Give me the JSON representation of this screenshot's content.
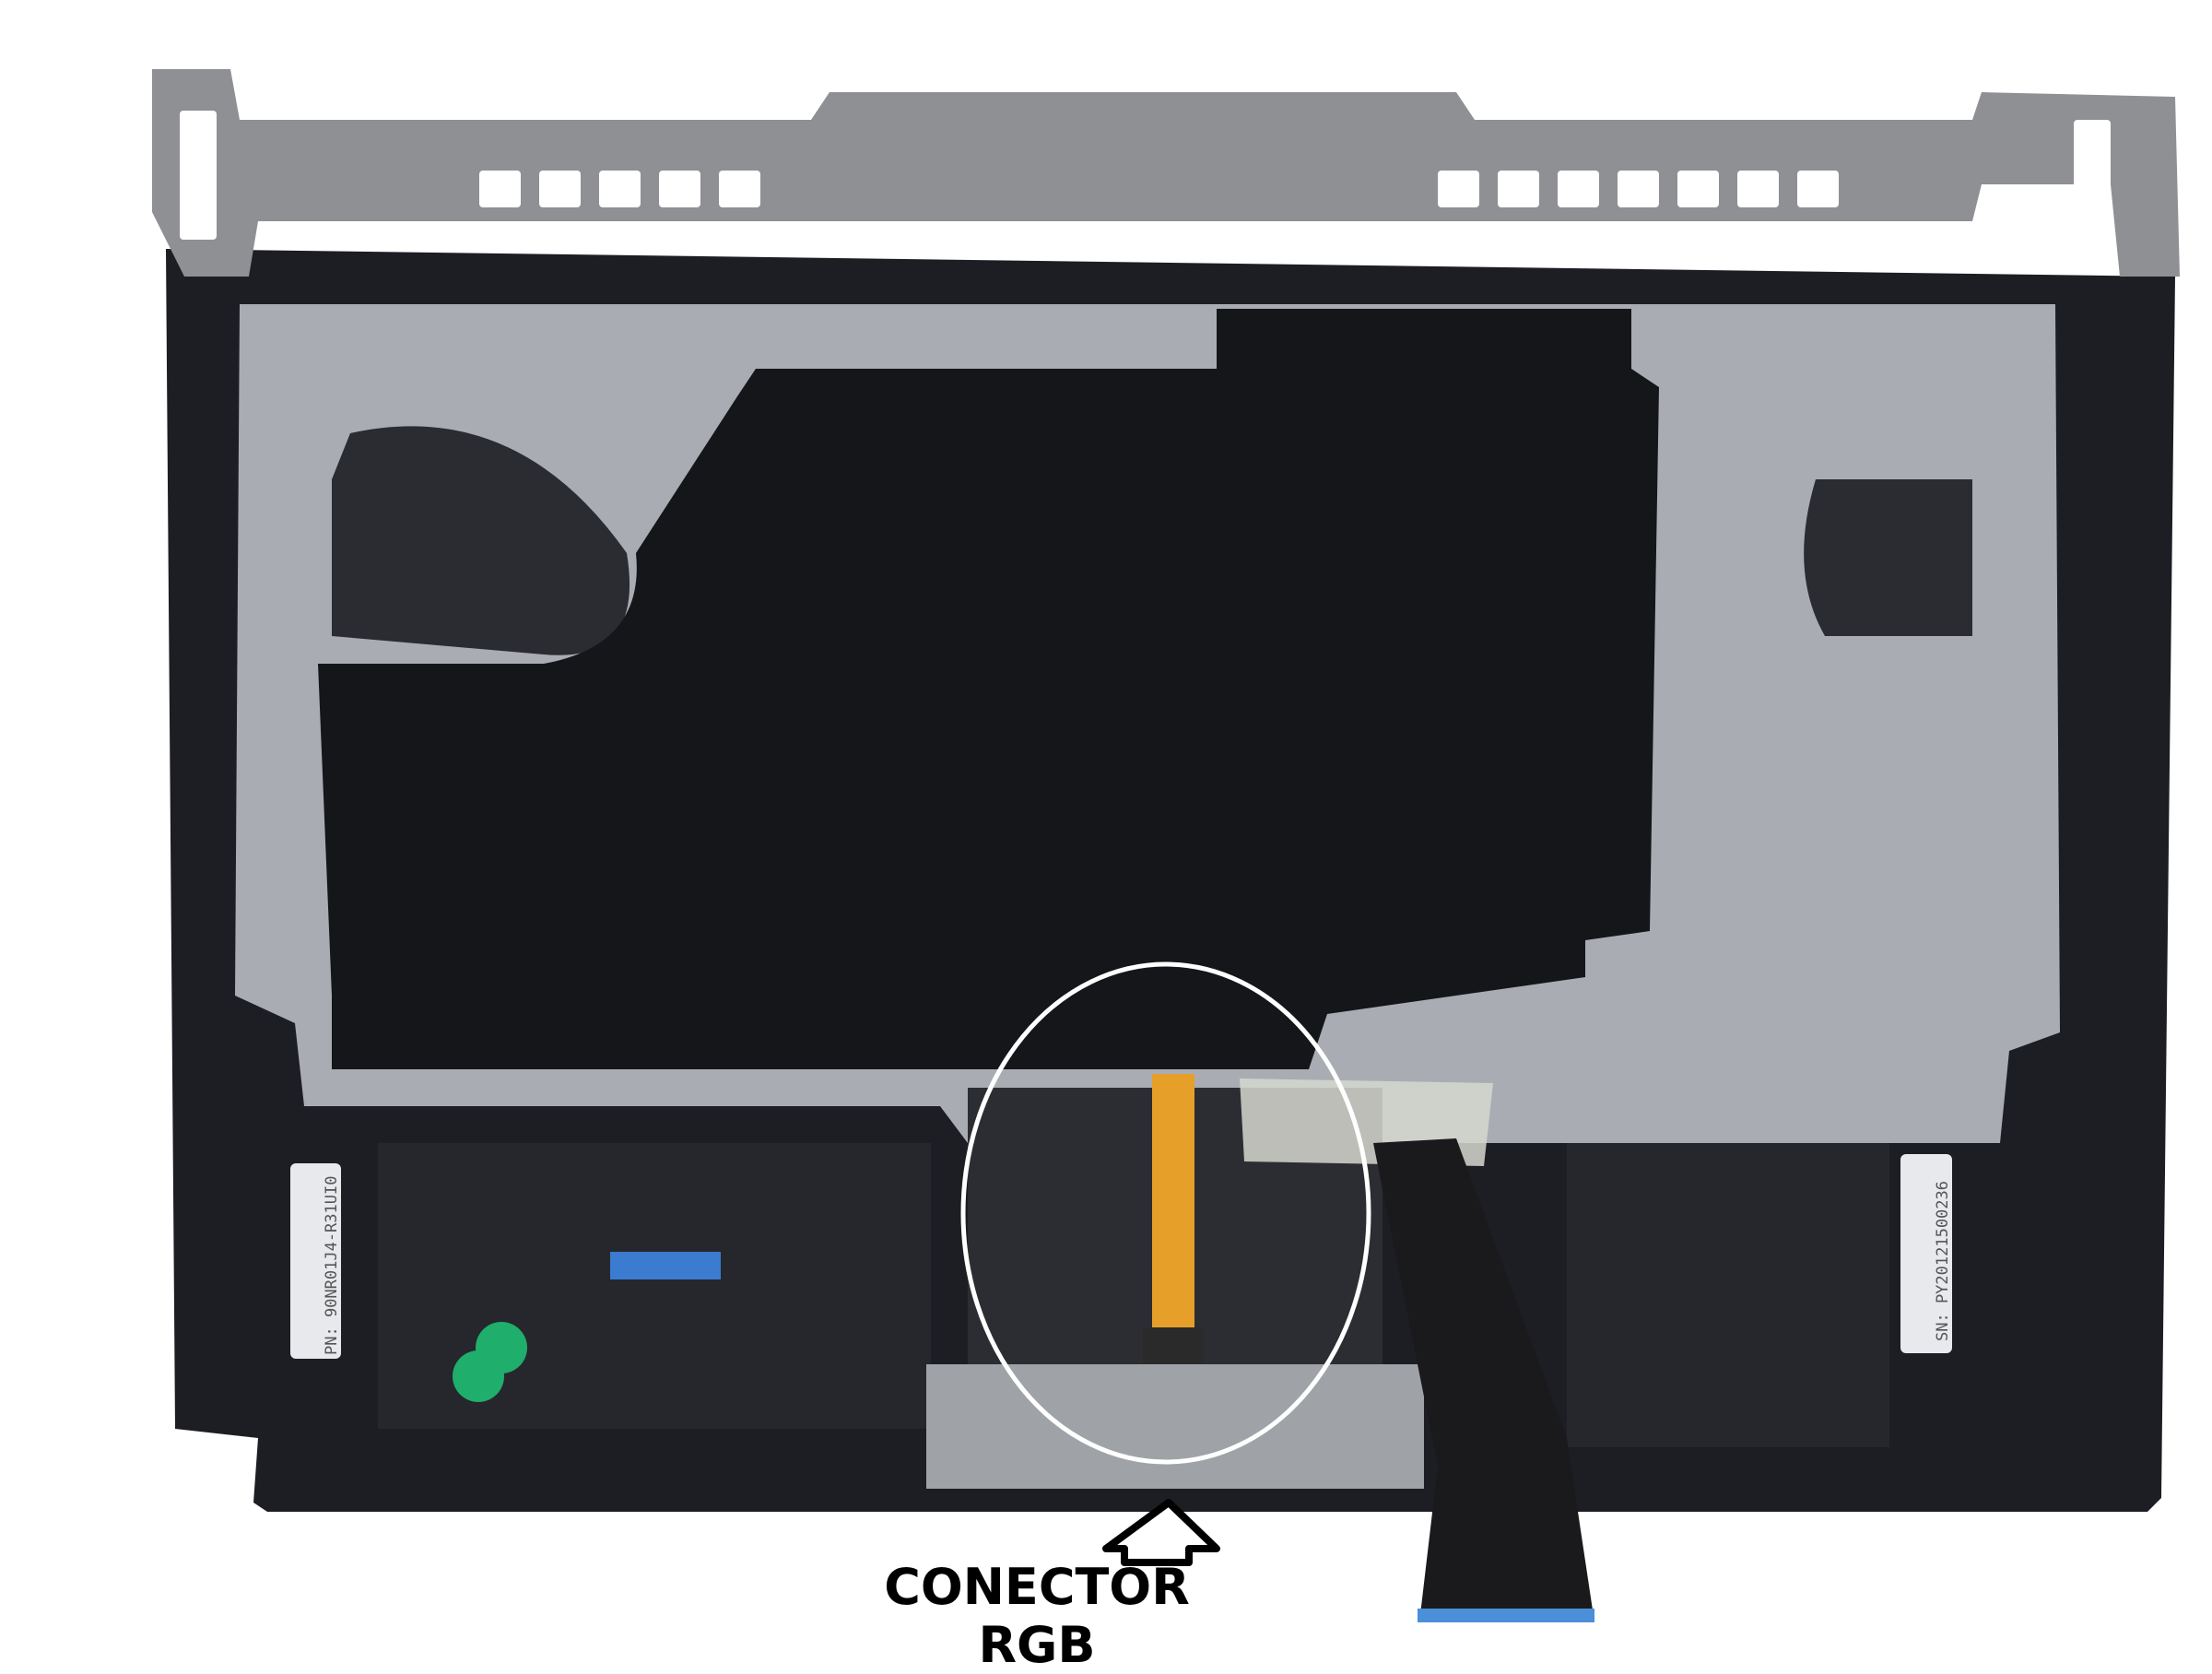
{
  "annotation": {
    "caption": "CONECTOR RGB",
    "arrow_direction": "up",
    "highlight_shape": "ellipse",
    "highlight_color": "#ffffff"
  },
  "stickers": {
    "part_number": "PN: 90NR01J4-R31UI0",
    "serial_number": "SN: PY20121500236"
  },
  "colors": {
    "frame": "#1c1e24",
    "metal_plate": "#a9adb3",
    "bracket": "#8e9094",
    "insulation_sheet": "#15161a",
    "flex_cable": "#e6a02a",
    "ribbon_cable": "#1a1a1d"
  }
}
